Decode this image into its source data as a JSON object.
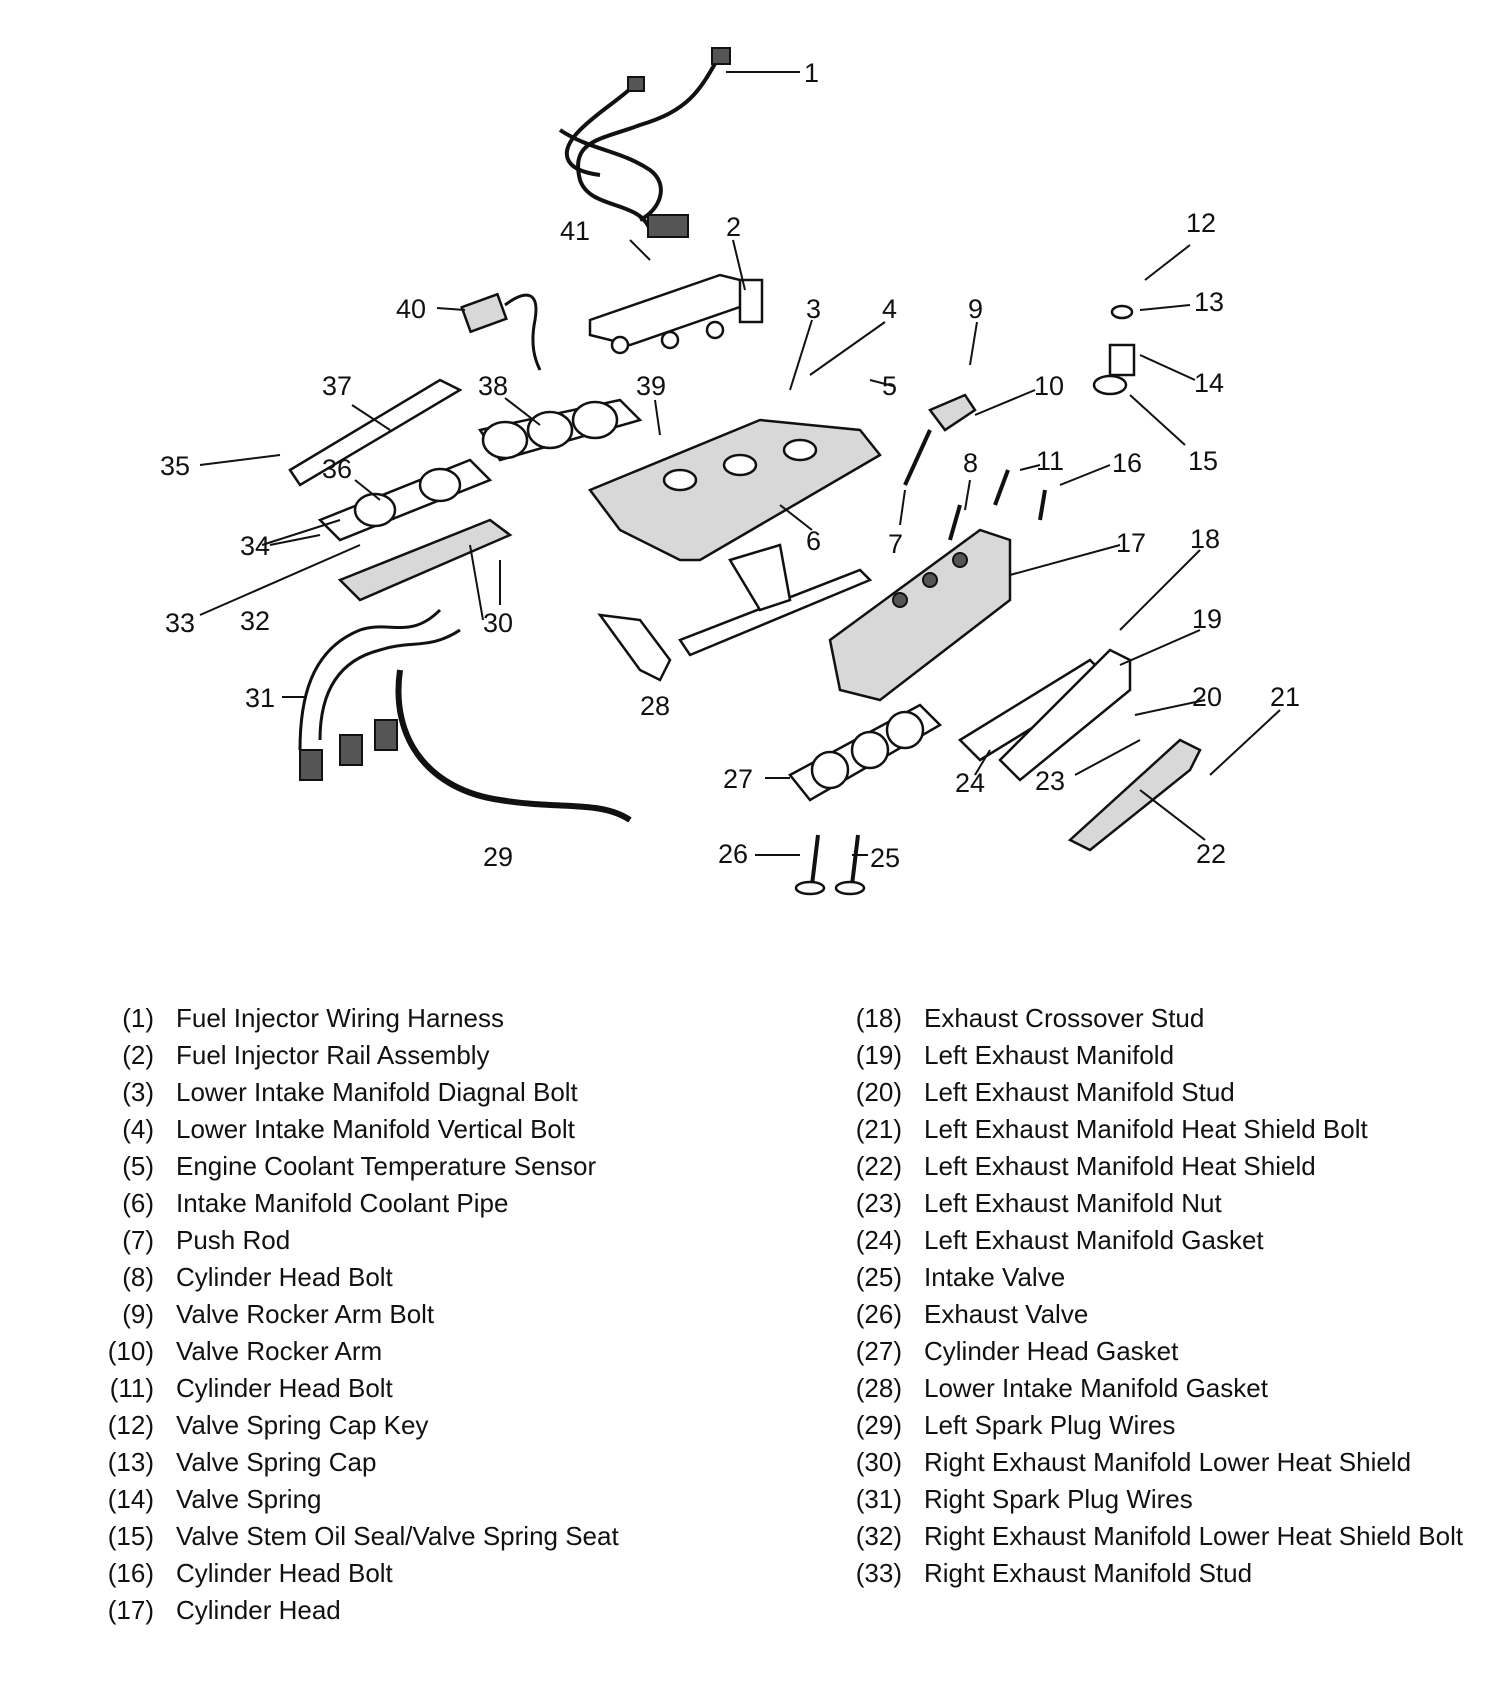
{
  "callouts": [
    "1",
    "2",
    "3",
    "4",
    "5",
    "6",
    "7",
    "8",
    "9",
    "10",
    "11",
    "12",
    "13",
    "14",
    "15",
    "16",
    "17",
    "18",
    "19",
    "20",
    "21",
    "22",
    "23",
    "24",
    "25",
    "26",
    "27",
    "28",
    "29",
    "30",
    "31",
    "32",
    "33",
    "34",
    "35",
    "36",
    "37",
    "38",
    "39",
    "40",
    "41"
  ],
  "legend_left": [
    {
      "num": "(1)",
      "name": "Fuel Injector Wiring Harness"
    },
    {
      "num": "(2)",
      "name": "Fuel Injector Rail Assembly"
    },
    {
      "num": "(3)",
      "name": "Lower Intake Manifold Diagnal Bolt"
    },
    {
      "num": "(4)",
      "name": "Lower Intake Manifold Vertical Bolt"
    },
    {
      "num": "(5)",
      "name": "Engine Coolant Temperature Sensor"
    },
    {
      "num": "(6)",
      "name": "Intake Manifold Coolant Pipe"
    },
    {
      "num": "(7)",
      "name": "Push Rod"
    },
    {
      "num": "(8)",
      "name": "Cylinder Head Bolt"
    },
    {
      "num": "(9)",
      "name": "Valve Rocker Arm Bolt"
    },
    {
      "num": "(10)",
      "name": "Valve Rocker Arm"
    },
    {
      "num": "(11)",
      "name": "Cylinder Head Bolt"
    },
    {
      "num": "(12)",
      "name": "Valve Spring Cap Key"
    },
    {
      "num": "(13)",
      "name": "Valve Spring Cap"
    },
    {
      "num": "(14)",
      "name": "Valve Spring"
    },
    {
      "num": "(15)",
      "name": "Valve Stem Oil Seal/Valve Spring Seat"
    },
    {
      "num": "(16)",
      "name": "Cylinder Head Bolt"
    },
    {
      "num": "(17)",
      "name": "Cylinder Head"
    }
  ],
  "legend_right": [
    {
      "num": "(18)",
      "name": "Exhaust Crossover Stud"
    },
    {
      "num": "(19)",
      "name": "Left Exhaust Manifold"
    },
    {
      "num": "(20)",
      "name": "Left Exhaust Manifold Stud"
    },
    {
      "num": "(21)",
      "name": "Left Exhaust Manifold Heat Shield Bolt"
    },
    {
      "num": "(22)",
      "name": "Left Exhaust Manifold Heat Shield"
    },
    {
      "num": "(23)",
      "name": "Left Exhaust Manifold Nut"
    },
    {
      "num": "(24)",
      "name": "Left Exhaust Manifold Gasket"
    },
    {
      "num": "(25)",
      "name": "Intake Valve"
    },
    {
      "num": "(26)",
      "name": "Exhaust Valve"
    },
    {
      "num": "(27)",
      "name": "Cylinder Head Gasket"
    },
    {
      "num": "(28)",
      "name": "Lower Intake Manifold Gasket"
    },
    {
      "num": "(29)",
      "name": "Left Spark Plug Wires"
    },
    {
      "num": "(30)",
      "name": "Right Exhaust Manifold Lower Heat Shield"
    },
    {
      "num": "(31)",
      "name": "Right Spark Plug Wires"
    },
    {
      "num": "(32)",
      "name": "Right Exhaust Manifold Lower Heat Shield Bolt"
    },
    {
      "num": "(33)",
      "name": "Right Exhaust Manifold Stud"
    }
  ]
}
